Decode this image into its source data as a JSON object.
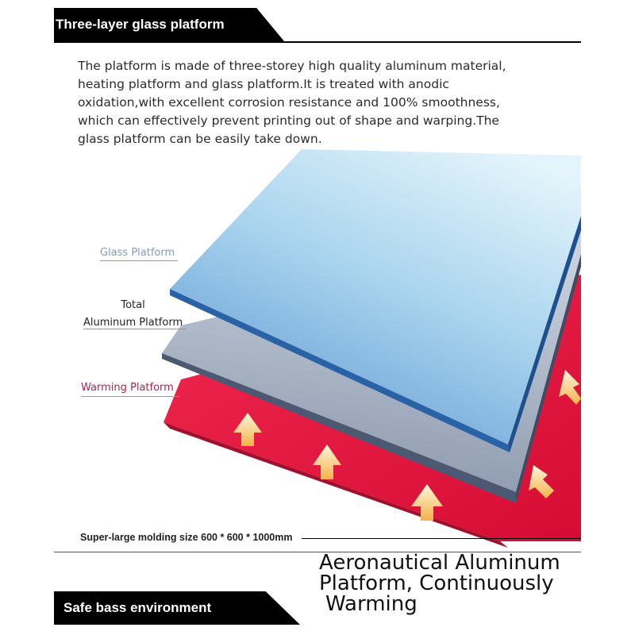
{
  "header": {
    "title": "Three-layer glass platform"
  },
  "description": {
    "lines": [
      "The platform is made of three-storey high quality aluminum material,",
      "heating platform and glass platform.It is treated with anodic",
      "oxidation,with excellent corrosion resistance and 100% smoothness,",
      " which can effectively prevent printing out of shape and warping.The",
      " glass platform can be easily take down."
    ]
  },
  "labels": {
    "glass": "Glass Platform",
    "total_line1": "Total",
    "total_line2": "Aluminum Platform",
    "warming": "Warming Platform"
  },
  "molding": "Super-large molding size 600 * 600 * 1000mm",
  "headline": {
    "line1": "Aeronautical Aluminum",
    "line2": "Platform, Continuously",
    "line3": "Warming"
  },
  "footer": {
    "title": "Safe bass environment"
  },
  "colors": {
    "glass_top": "#d6eef8",
    "glass_bottom": "#5d97d2",
    "aluminum": "#a7b3c4",
    "warming": "#e8163f",
    "arrow": "#f6c96a"
  }
}
